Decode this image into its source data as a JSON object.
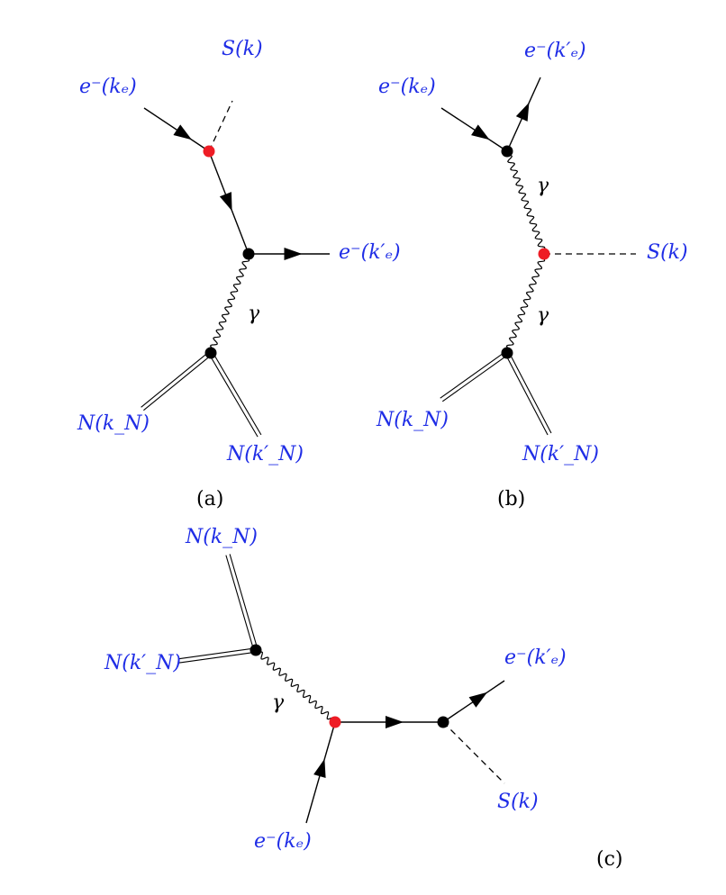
{
  "panels": {
    "a": {
      "caption": "(a)",
      "labels": {
        "electron_in": "e⁻(kₑ)",
        "scalar": "S(k)",
        "electron_out": "e⁻(k′ₑ)",
        "photon": "γ",
        "nucleus_in": "N(k_N)",
        "nucleus_out": "N(k′_N)"
      }
    },
    "b": {
      "caption": "(b)",
      "labels": {
        "electron_in": "e⁻(kₑ)",
        "electron_out": "e⁻(k′ₑ)",
        "photon_upper": "γ",
        "scalar": "S(k)",
        "photon_lower": "γ",
        "nucleus_in": "N(k_N)",
        "nucleus_out": "N(k′_N)"
      }
    },
    "c": {
      "caption": "(c)",
      "labels": {
        "nucleus_in": "N(k_N)",
        "nucleus_out": "N(k′_N)",
        "photon": "γ",
        "electron_out": "e⁻(k′ₑ)",
        "scalar": "S(k)",
        "electron_in": "e⁻(kₑ)"
      }
    }
  },
  "colors": {
    "label": "#1f2de6",
    "new_vertex": "#ee1c25",
    "vertex": "#000000",
    "line": "#000000"
  }
}
